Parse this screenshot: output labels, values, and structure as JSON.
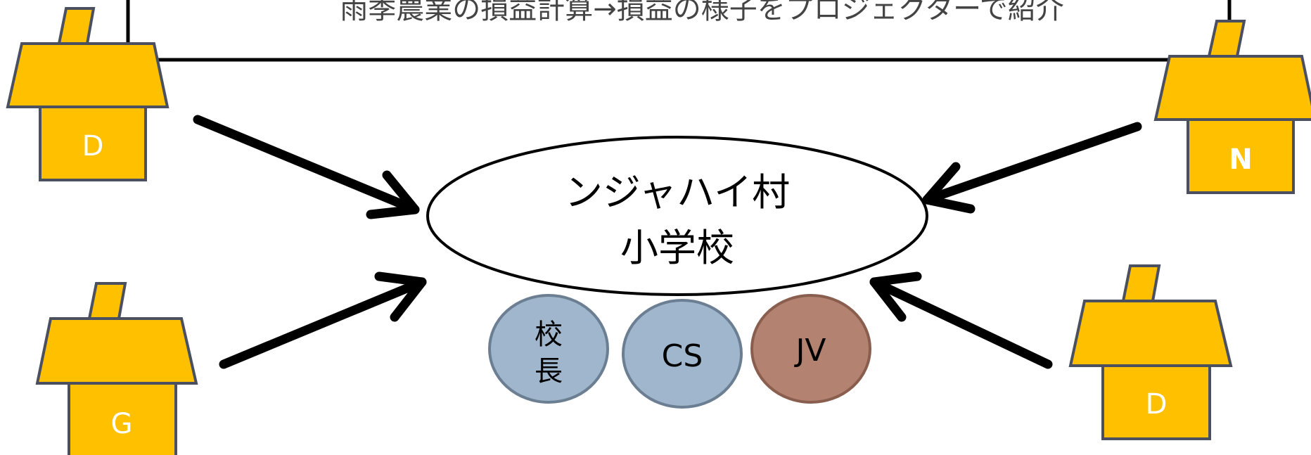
{
  "banner": {
    "text": "雨季農業の損益計算→損益の様子をプロジェクターで紹介"
  },
  "center": {
    "line1": "ンジャハイ村",
    "line2": "小学校"
  },
  "people": {
    "principal_line1": "校",
    "principal_line2": "長",
    "cs": "CS",
    "jv": "JV"
  },
  "houses": {
    "top_left": "D",
    "top_right": "N",
    "bottom_left": "G",
    "bottom_right": "D"
  },
  "colors": {
    "house_fill": "#FFC000",
    "house_stroke": "#4A5060",
    "person_blue": "#9FB6CD",
    "person_blue_stroke": "#6B7E92",
    "person_brown": "#B48270",
    "person_brown_stroke": "#8A5E4E",
    "arrow": "#000000"
  }
}
